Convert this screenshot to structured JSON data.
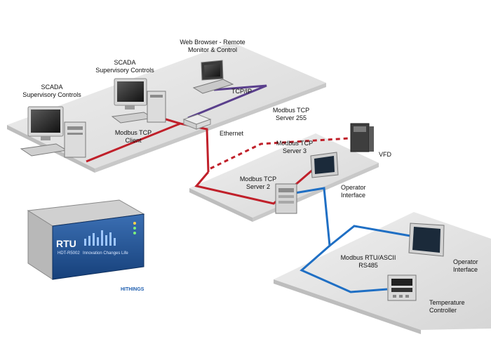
{
  "labels": {
    "web_browser_line1": "Web Browser - Remote",
    "web_browser_line2": "Monitor & Control",
    "scada_mid_line1": "SCADA",
    "scada_mid_line2": "Supervisory Controls",
    "scada_left_line1": "SCADA",
    "scada_left_line2": "Supervisory Controls",
    "tcp_ip": "TCP/IP",
    "modbus_tcp_client_line1": "Modbus TCP",
    "modbus_tcp_client_line2": "Client",
    "ethernet": "Ethernet",
    "server255_line1": "Modbus TCP",
    "server255_line2": "Server 255",
    "server3_line1": "Modbus TCP",
    "server3_line2": "Server 3",
    "vfd": "VFD",
    "server2_line1": "Modbus TCP",
    "server2_line2": "Server 2",
    "operator_interface_mid_line1": "Operator",
    "operator_interface_mid_line2": "Interface",
    "modbus_rtu_line1": "Modbus RTU/ASCII",
    "modbus_rtu_line2": "RS485",
    "operator_interface_right_line1": "Operator",
    "operator_interface_right_line2": "Interface",
    "temperature_controller_line1": "Temperature",
    "temperature_controller_line2": "Controller"
  },
  "rtu_device": {
    "title": "RTU",
    "model": "HDT-R5002",
    "tagline": "Innovation Changes Life",
    "brand": "HITHINGS"
  },
  "colors": {
    "ethernet_line": "#c0202a",
    "tcpip_line": "#5a3f8c",
    "rs485_line": "#1f6fc4",
    "platform": "#e4e4e4"
  }
}
